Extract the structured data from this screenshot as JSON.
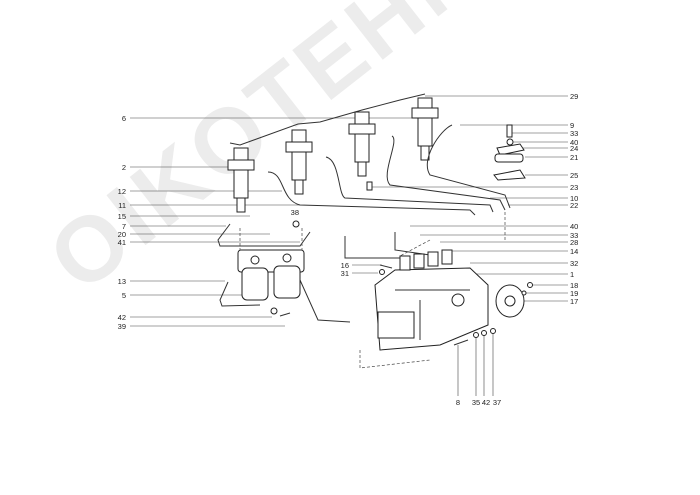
{
  "watermark": "OIKOTEHNIKOS",
  "callouts": {
    "left": [
      "6",
      "2",
      "12",
      "11",
      "15",
      "7",
      "20",
      "41",
      "13",
      "5",
      "42",
      "39",
      "16",
      "31",
      "38"
    ],
    "right": [
      "29",
      "9",
      "33",
      "40",
      "24",
      "21",
      "25",
      "23",
      "10",
      "22",
      "40",
      "33",
      "28",
      "14",
      "32",
      "1",
      "18",
      "19",
      "17"
    ],
    "bottom": [
      "8",
      "35",
      "42",
      "37"
    ]
  }
}
